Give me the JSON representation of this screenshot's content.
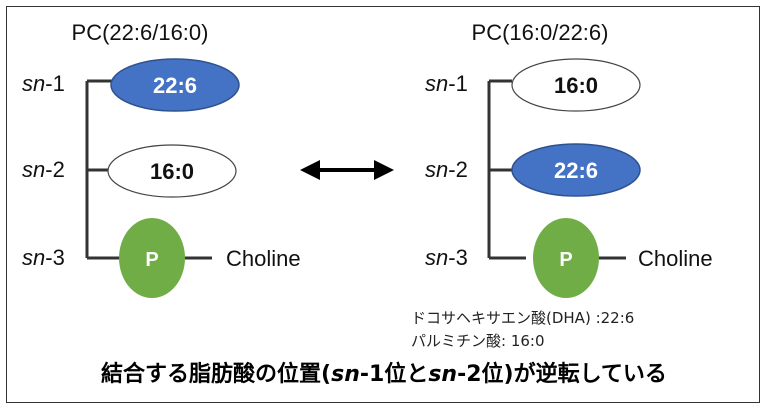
{
  "left": {
    "title": "PC(22:6/16:0)",
    "sn1": "22:6",
    "sn2": "16:0",
    "head": "P",
    "choline": "Choline"
  },
  "right": {
    "title": "PC(16:0/22:6)",
    "sn1": "16:0",
    "sn2": "22:6",
    "head": "P",
    "choline": "Choline"
  },
  "positions": {
    "sn1": {
      "prefix": "sn",
      "suffix": "-1"
    },
    "sn2": {
      "prefix": "sn",
      "suffix": "-2"
    },
    "sn3": {
      "prefix": "sn",
      "suffix": "-3"
    }
  },
  "legend": {
    "line1": "ドコサヘキサエン酸(DHA) :22:6",
    "line2": "パルミチン酸: 16:0"
  },
  "caption": {
    "part1": "結合する脂肪酸の位置(",
    "sn_a": "sn",
    "part2": "-1位と",
    "sn_b": "sn",
    "part3": "-2位)が逆転している"
  },
  "colors": {
    "dha": "#4472C4",
    "palmitic": "#ffffff",
    "phosphate": "#70AD47",
    "line": "#333333"
  }
}
